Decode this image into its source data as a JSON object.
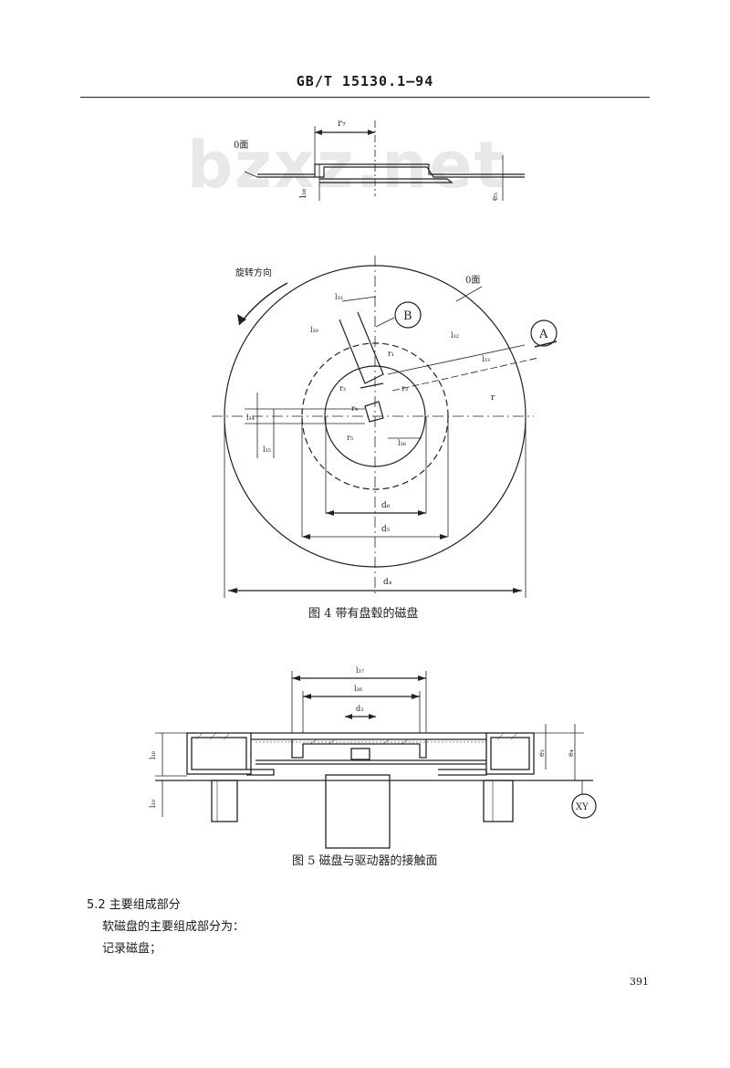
{
  "header": {
    "standard_code": "GB/T 15130.1—94"
  },
  "watermark": "bzxz.net",
  "figure_top": {
    "label_r7": "r₇",
    "label_0face": "0面",
    "label_l38": "l₃₈",
    "label_e5": "e₅"
  },
  "figure4": {
    "caption": "图 4   带有盘毂的磁盘",
    "rotation_label": "旋转方向",
    "face_label": "0面",
    "marker_a": "A",
    "marker_b": "B",
    "labels": {
      "l31": "l₃₁",
      "l30": "l₃₀",
      "l34": "l₃₄",
      "l35": "l₃₅",
      "l36": "l₃₆",
      "l32": "l₃₂",
      "l33": "l₃₃",
      "r": "r",
      "r1": "r₁",
      "r2": "r₂",
      "r3": "r₃",
      "r4": "r₄",
      "r5": "r₅",
      "d6": "d₆",
      "d5": "d₅",
      "d4": "d₄"
    }
  },
  "figure5": {
    "caption": "图 5   磁盘与驱动器的接触面",
    "labels": {
      "l37": "l₃₇",
      "l36": "l₃₆",
      "d3": "d₃",
      "l38": "l₃₈",
      "l39": "l₃₉",
      "e3": "e₃",
      "e4": "e₄",
      "xy": "XY"
    }
  },
  "section": {
    "heading": "5.2   主要组成部分",
    "line1": "软磁盘的主要组成部分为：",
    "line2": "记录磁盘；"
  },
  "page_number": "391"
}
